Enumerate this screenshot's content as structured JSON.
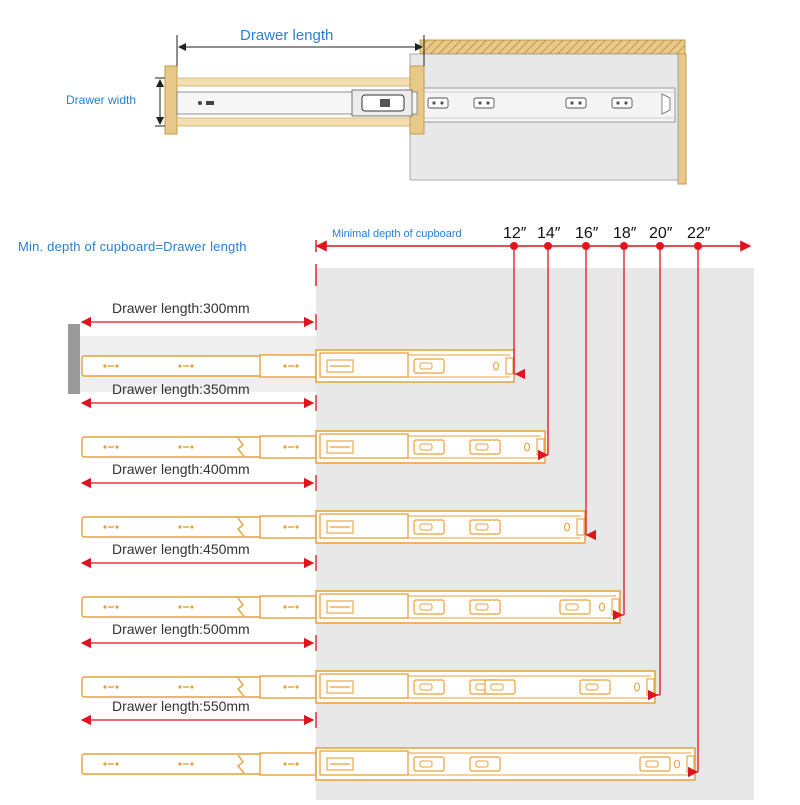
{
  "top": {
    "drawer_length_label": "Drawer length",
    "drawer_width_label": "Drawer width"
  },
  "mid": {
    "min_depth_label": "Min. depth of cupboard=Drawer length",
    "minimal_depth_label": "Minimal depth of cupboard",
    "inch_labels": [
      "12″",
      "14″",
      "16″",
      "18″",
      "20″",
      "22″"
    ]
  },
  "rows": [
    {
      "label": "Drawer length:300mm"
    },
    {
      "label": "Drawer length:350mm"
    },
    {
      "label": "Drawer length:400mm"
    },
    {
      "label": "Drawer length:450mm"
    },
    {
      "label": "Drawer length:500mm"
    },
    {
      "label": "Drawer length:550mm"
    }
  ],
  "colors": {
    "accent_blue": "#2a7fd0",
    "red": "#e0141e",
    "orange": "#e8a13a",
    "wood": "#e9c98a",
    "cupboard_gray": "#e8e8e8"
  }
}
